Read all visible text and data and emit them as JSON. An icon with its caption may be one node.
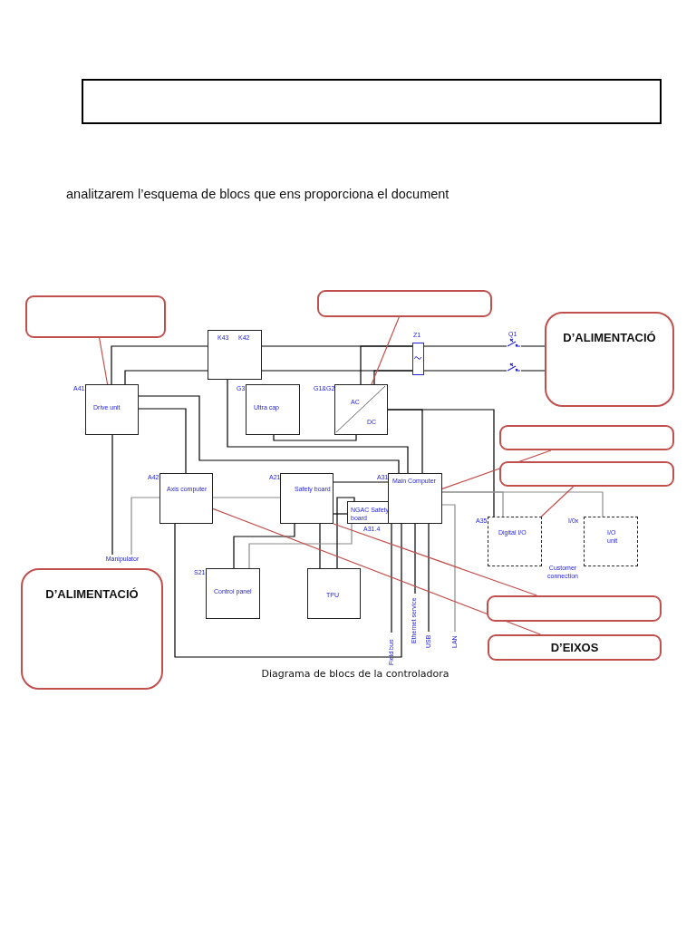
{
  "diagram": {
    "caption": "Diagrama de blocs de la controladora",
    "nodes": [
      {
        "text": [],
        "shape": "box"
      },
      {
        "text": [],
        "shape": "box"
      },
      {
        "text": [],
        "shape": "box"
      },
      {
        "text": [
          "D’ALIMENTACIÓ"
        ]
      },
      {
        "text": [],
        "shape": "box"
      },
      {
        "text": [],
        "shape": "box"
      },
      {
        "text": [
          "D’ALIMENTACIÓ"
        ]
      },
      {
        "text": [],
        "shape": "box"
      },
      {
        "text": [
          "D’EIXOS"
        ]
      },
      {
        "text": [
          "Drive unit"
        ],
        "beside": [
          "A41"
        ]
      },
      {
        "text": [
          "K43",
          "K42"
        ]
      },
      {
        "text": [
          "Ultra cap"
        ],
        "beside": [
          "G3"
        ]
      },
      {
        "text": [
          "AC",
          "DC"
        ],
        "beside": [
          "G1&G2"
        ]
      },
      {
        "text": [],
        "shape": "box",
        "beside": [
          "Z1"
        ]
      },
      {
        "text": [
          "Axis computer"
        ],
        "beside": [
          "A42"
        ]
      },
      {
        "text": [
          "Safety board"
        ],
        "beside": [
          "A21"
        ]
      },
      {
        "text": [
          "NGAC Safety board"
        ],
        "beside": [
          "A31.4"
        ]
      },
      {
        "text": [
          "Main Computer"
        ],
        "beside": [
          "A31"
        ]
      },
      {
        "text": [
          "Control panel"
        ],
        "beside": [
          "S21"
        ]
      },
      {
        "text": [
          "TPU"
        ]
      },
      {
        "text": [
          "Digital I/O"
        ],
        "beside": [
          "A35"
        ]
      },
      {
        "text": [
          "I/O unit"
        ],
        "beside": [
          "I/0x"
        ]
      },
      {
        "text": [
          "Manipulator"
        ]
      },
      {
        "text": [
          "Field bus"
        ]
      },
      {
        "text": [
          "Ethernet service"
        ]
      },
      {
        "text": [
          "USB"
        ]
      },
      {
        "text": [
          "LAN"
        ]
      }
    ],
    "edges": [
      {
        "from": 9,
        "to": 10,
        "arrow": "none"
      },
      {
        "from": 9,
        "to": 10,
        "arrow": "none"
      },
      {
        "from": 10,
        "to": 13,
        "arrow": "none"
      },
      {
        "from": 10,
        "to": 13,
        "arrow": "none"
      },
      {
        "from": 13,
        "to": 3,
        "arrow": "none"
      },
      {
        "from": 13,
        "to": 3,
        "arrow": "none"
      },
      {
        "from": 12,
        "to": 13,
        "arrow": "none"
      },
      {
        "from": 12,
        "to": 13,
        "arrow": "none"
      },
      {
        "from": 10,
        "to": 17,
        "arrow": "none"
      },
      {
        "from": 11,
        "to": 12,
        "arrow": "none"
      },
      {
        "from": 12,
        "to": 20,
        "arrow": "none"
      },
      {
        "from": 12,
        "to": 17,
        "arrow": "none"
      },
      {
        "from": 9,
        "to": 14,
        "arrow": "none"
      },
      {
        "from": 9,
        "to": 17,
        "arrow": "none"
      },
      {
        "from": 15,
        "to": 17,
        "arrow": "none"
      },
      {
        "from": 9,
        "to": 22,
        "arrow": "none"
      },
      {
        "from": 14,
        "to": 22,
        "arrow": "none",
        "color": "#8c8c8c"
      },
      {
        "from": 14,
        "to": 15,
        "arrow": "none",
        "color": "#8c8c8c"
      },
      {
        "from": 14,
        "to": 17,
        "arrow": "none"
      },
      {
        "from": 15,
        "to": 18,
        "arrow": "none"
      },
      {
        "from": 15,
        "to": 19,
        "arrow": "none"
      },
      {
        "from": 18,
        "to": 16,
        "arrow": "none",
        "color": "#8c8c8c"
      },
      {
        "from": 19,
        "to": 16,
        "arrow": "none"
      },
      {
        "from": 15,
        "to": 16,
        "arrow": "none"
      },
      {
        "from": 17,
        "to": 23,
        "arrow": "none"
      },
      {
        "from": 17,
        "to": 24,
        "arrow": "none"
      },
      {
        "from": 17,
        "to": 25,
        "arrow": "none"
      },
      {
        "from": 17,
        "to": 26,
        "arrow": "none",
        "color": "#8c8c8c"
      },
      {
        "from": 17,
        "to": 20,
        "arrow": "none",
        "color": "#8c8c8c"
      },
      {
        "from": 17,
        "to": 21,
        "arrow": "none",
        "color": "#8c8c8c"
      },
      {
        "from": 1,
        "to": 9,
        "arrow": "none",
        "color": "#c0504d"
      },
      {
        "from": 2,
        "to": 12,
        "arrow": "none",
        "color": "#c0504d"
      },
      {
        "from": 4,
        "to": 17,
        "arrow": "none",
        "color": "#c0504d"
      },
      {
        "from": 5,
        "to": 20,
        "arrow": "none",
        "color": "#c0504d"
      },
      {
        "from": 7,
        "to": 15,
        "arrow": "none",
        "color": "#c0504d"
      },
      {
        "from": 8,
        "to": 14,
        "arrow": "none",
        "color": "#c0504d"
      }
    ],
    "labels": [
      "analitzarem l’esquema de blocs que ens proporciona el document",
      "Q1",
      "Customer connection"
    ]
  }
}
